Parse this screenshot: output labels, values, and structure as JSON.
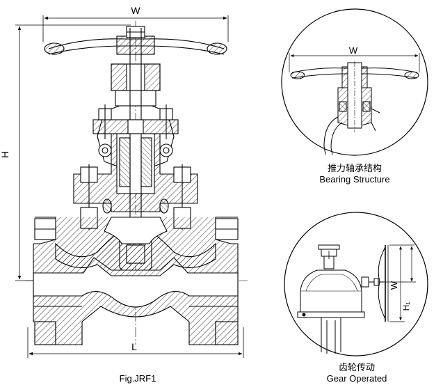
{
  "dimensions": {
    "w": "W",
    "h": "H",
    "l": "L",
    "h1": "H₁"
  },
  "figure_caption": "Fig.JRF1",
  "bearing": {
    "label_cn": "推力轴承结构",
    "label_en": "Bearing Structure",
    "w": "W"
  },
  "gear": {
    "label_cn": "齿轮传动",
    "label_en": "Gear Operated",
    "w": "W",
    "h1": "H₁"
  }
}
